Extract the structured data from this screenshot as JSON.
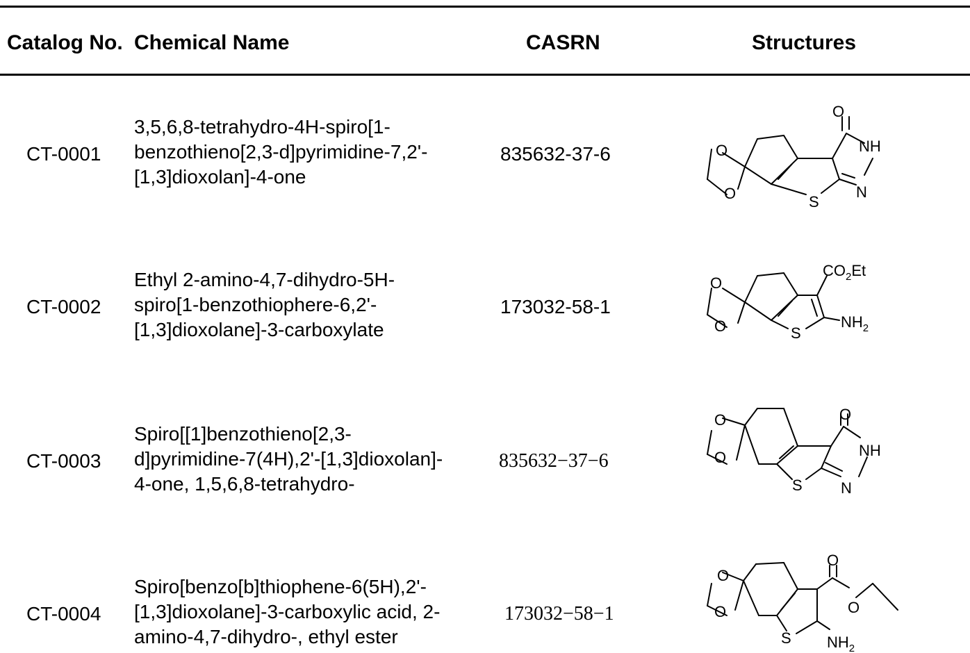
{
  "table": {
    "headers": {
      "catalog": "Catalog No.",
      "name": "Chemical Name",
      "casrn": "CASRN",
      "structures": "Structures"
    },
    "rows": [
      {
        "catalog": "CT-0001",
        "name_lines": [
          "3,5,6,8-tetrahydro-4H-spiro[1-",
          "benzothieno[2,3-d]pyrimidine-7,2'-",
          "[1,3]dioxolan]-4-one"
        ],
        "casrn": "835632-37-6",
        "structure_labels": {
          "o1": "O",
          "o2": "O",
          "o3": "O",
          "nh": "NH",
          "n": "N",
          "s": "S"
        }
      },
      {
        "catalog": "CT-0002",
        "name_lines": [
          "Ethyl 2-amino-4,7-dihydro-5H-",
          "spiro[1-benzothiophere-6,2'-",
          "[1,3]dioxolane]-3-carboxylate"
        ],
        "casrn": "173032-58-1",
        "structure_labels": {
          "o1": "O",
          "o2": "O",
          "s": "S",
          "co2": "CO",
          "co2_sub": "2",
          "et": "Et",
          "nh": "NH",
          "nh_sub": "2"
        }
      },
      {
        "catalog": "CT-0003",
        "name_lines": [
          "Spiro[[1]benzothieno[2,3-",
          "d]pyrimidine-7(4H),2'-[1,3]dioxolan]-",
          "4-one, 1,5,6,8-tetrahydro-"
        ],
        "casrn": "835632−37−6",
        "structure_labels": {
          "o1": "O",
          "o2": "O",
          "o3": "O",
          "nh": "NH",
          "n": "N",
          "s": "S"
        }
      },
      {
        "catalog": "CT-0004",
        "name_lines": [
          "Spiro[benzo[b]thiophene-6(5H),2'-",
          "[1,3]dioxolane]-3-carboxylic acid, 2-",
          "amino-4,7-dihydro-, ethyl ester"
        ],
        "casrn": "173032−58−1",
        "structure_labels": {
          "o1": "O",
          "o2": "O",
          "o3": "O",
          "o4": "O",
          "s": "S",
          "nh": "NH",
          "nh_sub": "2"
        }
      }
    ]
  }
}
